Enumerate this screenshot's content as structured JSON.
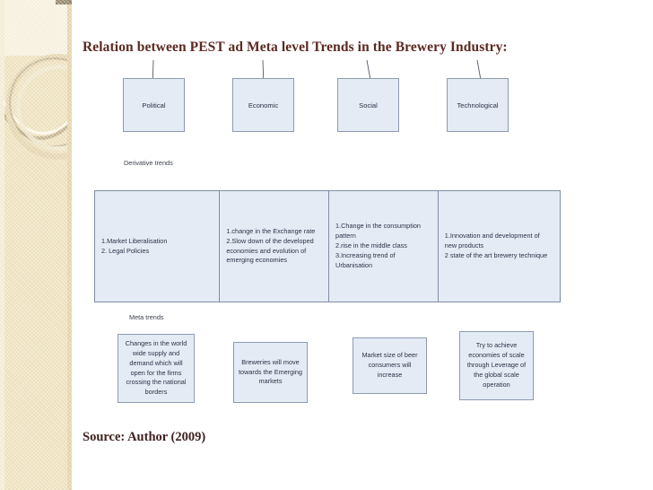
{
  "slide": {
    "title": "Relation between PEST ad Meta level Trends in the Brewery Industry:",
    "source": "Source: Author (2009)"
  },
  "labels": {
    "derivative_trends": "Derivative trends",
    "meta_trends": "Meta trends"
  },
  "colors": {
    "node_fill": "#e4ebf5",
    "node_border": "#8d9bb0",
    "title_text": "#5c2a21",
    "band_decor": "#ecdfba",
    "arrow": "#555b66"
  },
  "pest": [
    {
      "label": "Political"
    },
    {
      "label": "Economic"
    },
    {
      "label": "Social"
    },
    {
      "label": "Technological"
    }
  ],
  "derivative": [
    {
      "text": "1.Market Liberalisation\n2. Legal Policies"
    },
    {
      "text": "1.change in the Exchange rate\n2.Slow down of the developed economies and evolution of emerging economies"
    },
    {
      "text": "1.Change in the consumption pattern\n2.rise in the middle class\n3.Increasing trend of Urbanisation"
    },
    {
      "text": "1.Innovation and development of new products\n2 state of the art brewery technique"
    }
  ],
  "meta": [
    {
      "text": "Changes in the world wide supply and demand which will open for the firms crossing the national borders"
    },
    {
      "text": "Breweries will move towards the Emerging markets"
    },
    {
      "text": "Market size of beer consumers will increase"
    },
    {
      "text": "Try to achieve economies of scale through Leverage of the global scale operation"
    }
  ]
}
